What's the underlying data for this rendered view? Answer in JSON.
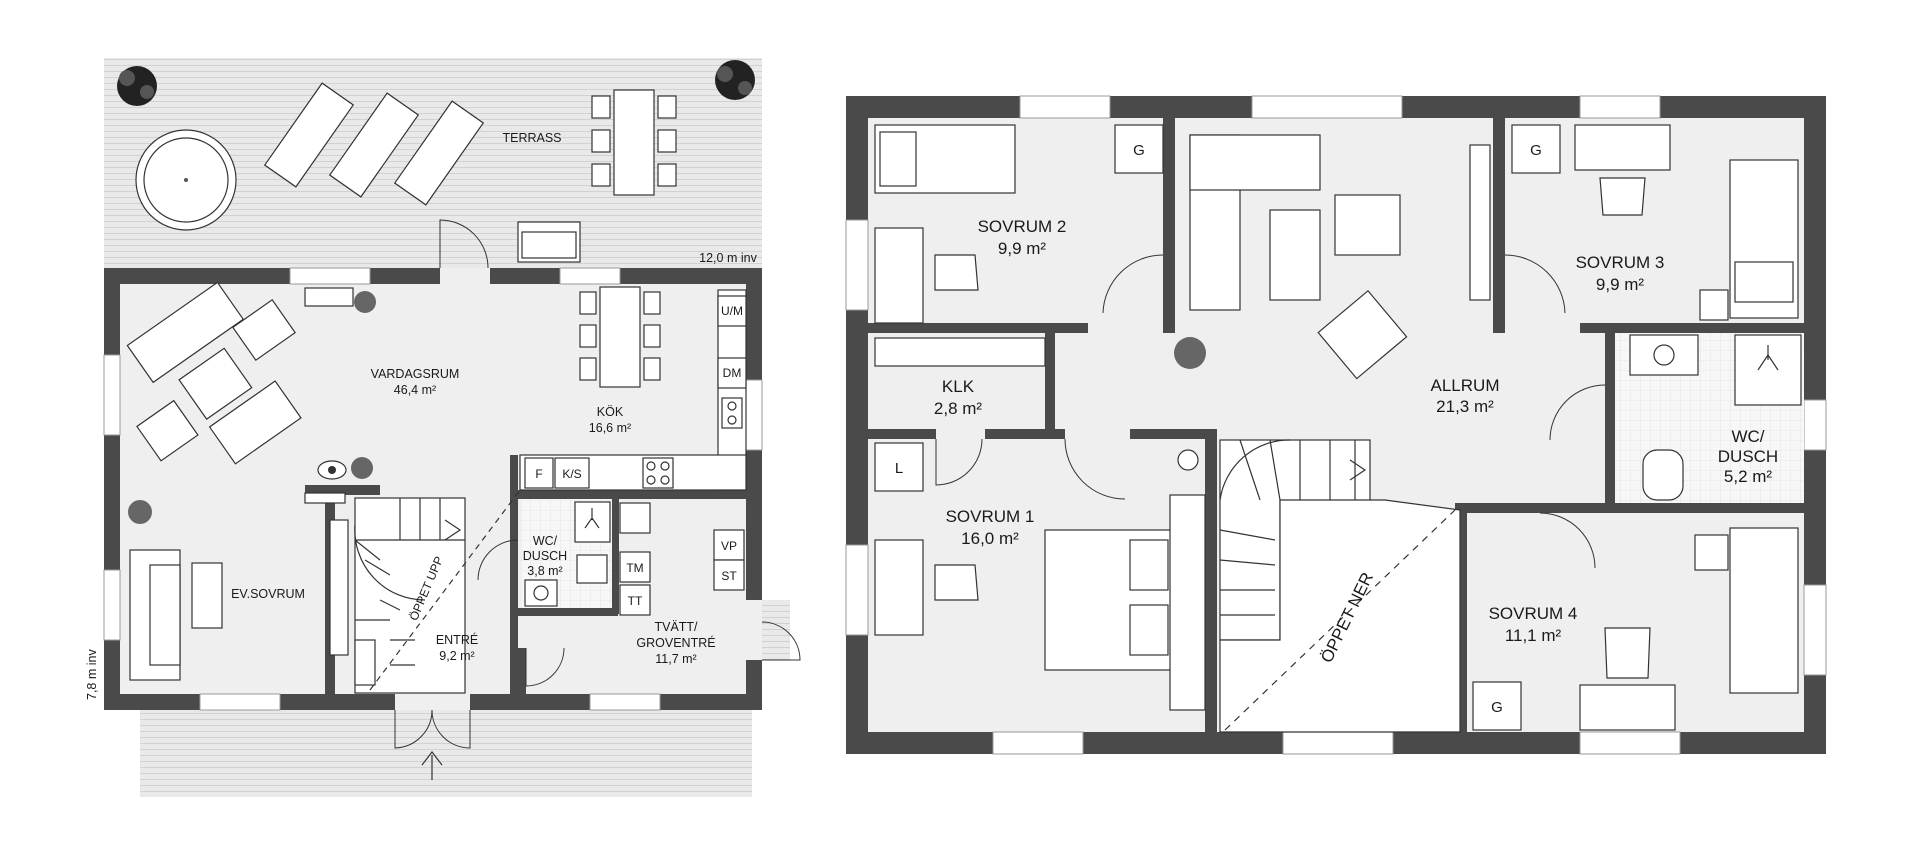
{
  "ground_floor": {
    "terrace": "TERRASS",
    "width_label": "12,0 m inv",
    "depth_label": "7,8 m inv",
    "rooms": {
      "vardagsrum": {
        "name": "VARDAGSRUM",
        "area": "46,4 m²"
      },
      "kok": {
        "name": "KÖK",
        "area": "16,6 m²"
      },
      "ev_sovrum": {
        "name": "EV.SOVRUM"
      },
      "wc_name_1": "WC/",
      "wc_name_2": "DUSCH",
      "wc_area": "3,8 m²",
      "entre": {
        "name": "ENTRÉ",
        "area": "9,2 m²"
      },
      "tvatt_name_1": "TVÄTT/",
      "tvatt_name_2": "GROVENTRÉ",
      "tvatt_area": "11,7 m²"
    },
    "stair_label": "ÖPPET UPP",
    "appliances": {
      "um": "U/M",
      "dm": "DM",
      "f": "F",
      "ks": "K/S",
      "vp": "VP",
      "st": "ST",
      "tm": "TM",
      "tt": "TT"
    }
  },
  "upper_floor": {
    "rooms": {
      "sovrum2": {
        "name": "SOVRUM 2",
        "area": "9,9 m²"
      },
      "sovrum3": {
        "name": "SOVRUM 3",
        "area": "9,9 m²"
      },
      "klk": {
        "name": "KLK",
        "area": "2,8 m²"
      },
      "allrum": {
        "name": "ALLRUM",
        "area": "21,3 m²"
      },
      "wc_name_1": "WC/",
      "wc_name_2": "DUSCH",
      "wc_area": "5,2 m²",
      "sovrum1": {
        "name": "SOVRUM 1",
        "area": "16,0 m²"
      },
      "sovrum4": {
        "name": "SOVRUM 4",
        "area": "11,1 m²"
      }
    },
    "open_label": "ÖPPET NER",
    "wardrobes": {
      "g": "G",
      "l": "L"
    }
  },
  "colors": {
    "wall": "#4a4a4a",
    "floor": "#efefef",
    "terrace": "#e8e8e8"
  }
}
